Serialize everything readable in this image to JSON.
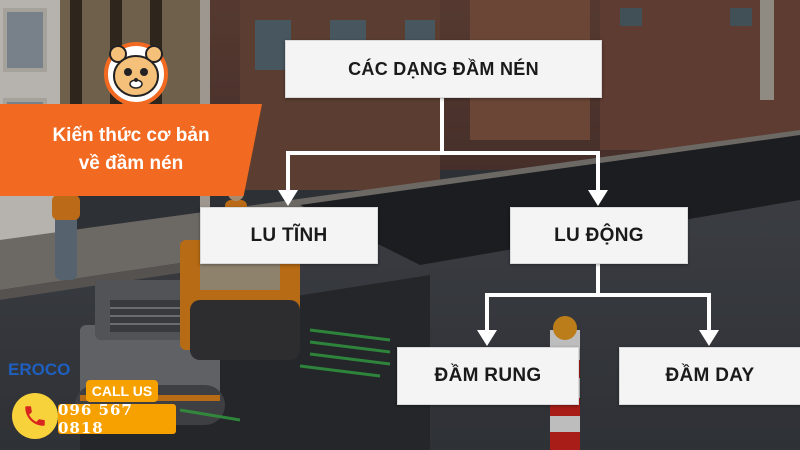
{
  "diagram": {
    "root": "CÁC DẠNG ĐẦM NÉN",
    "level1": [
      "LU TĨNH",
      "LU ĐỘNG"
    ],
    "level2": [
      "ĐẦM RUNG",
      "ĐẦM DAY"
    ]
  },
  "banner": {
    "line1": "Kiến thức cơ bản",
    "line2": "về đầm nén"
  },
  "brand": {
    "logo_text": "EROCO"
  },
  "contact": {
    "call_label": "CALL US",
    "phone": "096 567 0818"
  },
  "colors": {
    "accent_orange": "#f26a21",
    "call_yellow": "#f6a100",
    "node_background": "#f4f4f4",
    "connector": "#ffffff"
  }
}
